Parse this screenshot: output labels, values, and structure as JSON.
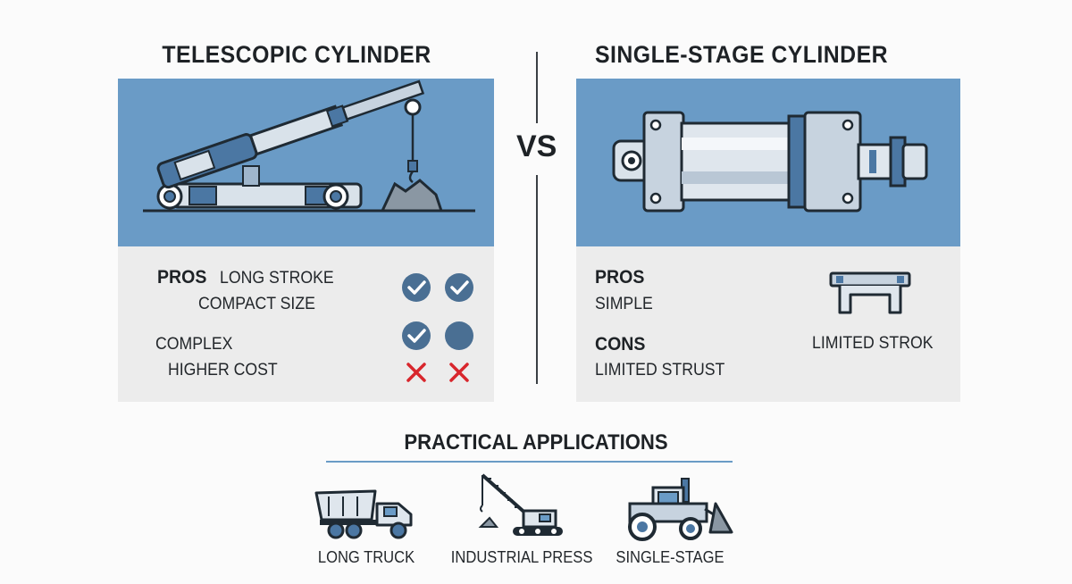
{
  "left": {
    "title": "TELESCOPIC CYLINDER",
    "pros_heading": "PROS",
    "pros": [
      "LONG STROKE",
      "COMPACT SIZE"
    ],
    "cons": [
      "COMPLEX",
      "HIGHER COST"
    ]
  },
  "vs_label": "VS",
  "right": {
    "title": "SINGLE-STAGE CYLINDER",
    "pros_heading": "PROS",
    "pros": [
      "SIMPLE"
    ],
    "cons_heading": "CONS",
    "cons": [
      "LIMITED STRUST"
    ],
    "note": "LIMITED STROK"
  },
  "applications": {
    "title": "PRACTICAL APPLICATIONS",
    "items": [
      {
        "label": "LONG TRUCK",
        "icon": "dump-truck-icon"
      },
      {
        "label": "INDUSTRIAL PRESS",
        "icon": "crane-icon"
      },
      {
        "label": "SINGLE-STAGE",
        "icon": "loader-icon"
      }
    ]
  },
  "colors": {
    "panel_blue": "#6a9bc6",
    "panel_gray": "#ececec",
    "check_blue": "#4a6f93",
    "cross_red": "#d8262c"
  },
  "status_icons": [
    "check-icon",
    "check-icon",
    "check-icon",
    "dot-icon",
    "cross-icon",
    "cross-icon"
  ]
}
